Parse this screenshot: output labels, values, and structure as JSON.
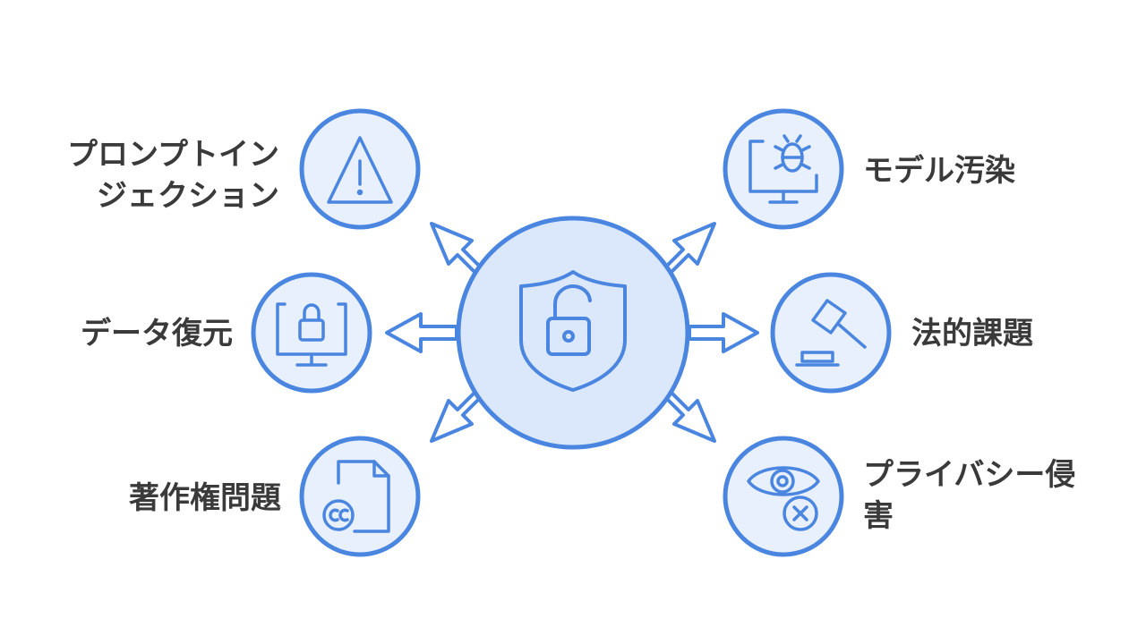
{
  "center": {
    "icon": "shield-unlocked-icon"
  },
  "nodes": {
    "prompt_injection": {
      "icon": "warning-triangle-icon",
      "lines": [
        "プロンプトイン",
        "ジェクション"
      ]
    },
    "data_recovery": {
      "icon": "monitor-lock-icon",
      "lines": [
        "データ復元"
      ]
    },
    "copyright": {
      "icon": "document-cc-icon",
      "lines": [
        "著作権問題"
      ]
    },
    "model_poisoning": {
      "icon": "monitor-bug-icon",
      "lines": [
        "モデル汚染"
      ]
    },
    "legal": {
      "icon": "gavel-icon",
      "lines": [
        "法的課題"
      ]
    },
    "privacy": {
      "icon": "eye-blocked-icon",
      "lines": [
        "プライバシー侵",
        "害"
      ]
    }
  },
  "colors": {
    "stroke": "#4a86e0",
    "center_fill": "#dbe8fb",
    "node_fill": "#e8f0fd",
    "text": "#3a3a3a"
  }
}
